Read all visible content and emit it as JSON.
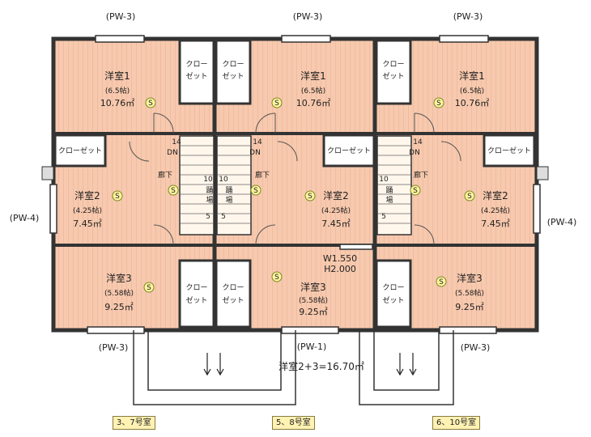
{
  "labels": {
    "pw3": "(PW-3)",
    "pw4": "(PW-4)",
    "pw1": "(PW-1)",
    "room1": "洋室1",
    "room2": "洋室2",
    "room3": "洋室3",
    "tatami_65": "(6.5帖)",
    "tatami_425": "(4.25帖)",
    "tatami_558": "(5.58帖)",
    "area_1076": "10.76㎡",
    "area_745": "7.45㎡",
    "area_925": "9.25㎡",
    "closet": "クローゼット",
    "closet_a": "クロー",
    "closet_b": "ゼット",
    "hall": "廊下",
    "dn": "DN",
    "s": "S",
    "w_dim": "W1.550",
    "h_dim": "H2.000",
    "combined": "洋室2+3=16.70㎡",
    "stair_top": "14",
    "stair_mid": "10",
    "stair_low": "5",
    "stair_a": "踊",
    "stair_b": "場"
  },
  "units": [
    "3、7号室",
    "5、8号室",
    "6、10号室"
  ]
}
